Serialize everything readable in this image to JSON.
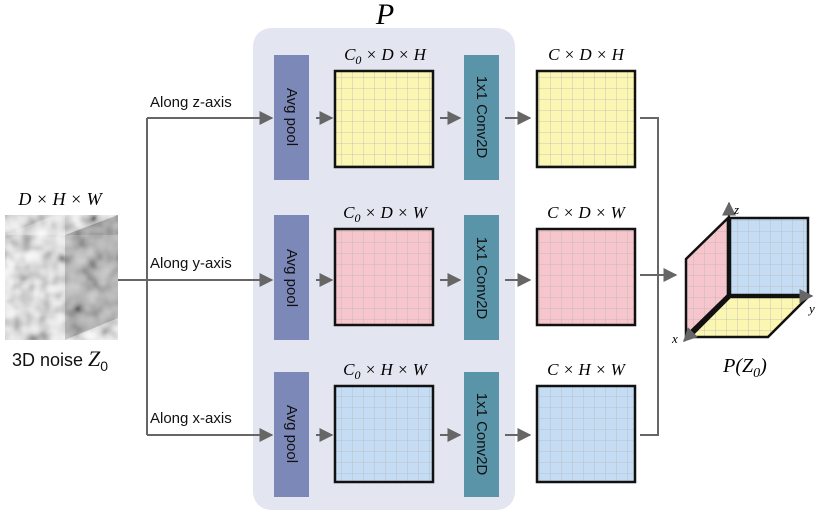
{
  "module_label": "P",
  "input": {
    "dims_label": "D × H × W",
    "caption_prefix": "3D noise ",
    "caption_math": "Z",
    "caption_sub": "0"
  },
  "branches": [
    {
      "axis_label": "Along z-axis",
      "pool_label": "Avg pool",
      "pooled_dims": "C0 × D × H",
      "conv_label": "1x1 Conv2D",
      "out_dims": "C × D × H",
      "color": "#fbf7b3"
    },
    {
      "axis_label": "Along y-axis",
      "pool_label": "Avg pool",
      "pooled_dims": "C0 × D × W",
      "conv_label": "1x1 Conv2D",
      "out_dims": "C × D × W",
      "color": "#f7c6cc"
    },
    {
      "axis_label": "Along x-axis",
      "pool_label": "Avg pool",
      "pooled_dims": "C0 × H × W",
      "conv_label": "1x1 Conv2D",
      "out_dims": "C × H × W",
      "color": "#c5dcf5"
    }
  ],
  "output": {
    "caption": "P(Z0)",
    "axes": {
      "x": "x",
      "y": "y",
      "z": "z"
    }
  },
  "colors": {
    "module_bg": "#e3e6f0",
    "pool_block": "#7c88b8",
    "conv_block": "#5a94a8",
    "arrow": "#666666"
  }
}
